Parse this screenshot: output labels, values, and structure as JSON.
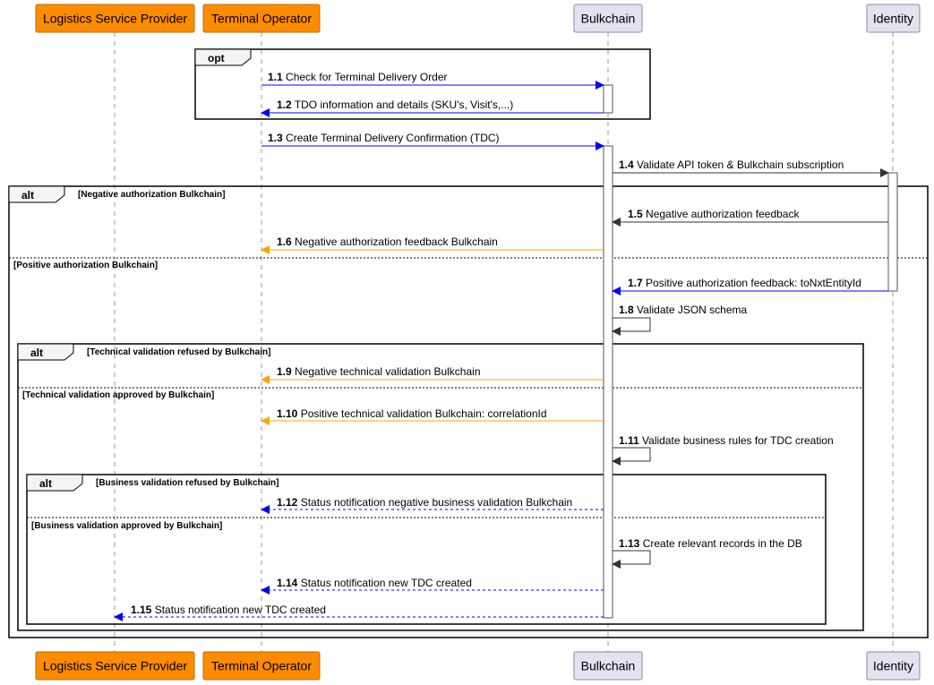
{
  "colors": {
    "actor_fill_orange": "#ff8c00",
    "actor_border_orange": "#b86a10",
    "actor_fill_lavender": "#e2e2f0",
    "actor_border_lavender": "#8a8aa8",
    "lifeline": "#999999",
    "arrow_blue": "#0000ff",
    "arrow_orange": "#ffa500",
    "arrow_dark": "#333333",
    "frame_border": "#000000"
  },
  "participants": [
    {
      "id": "lsp",
      "name": "Logistics Service Provider",
      "style": "orange"
    },
    {
      "id": "to",
      "name": "Terminal Operator",
      "style": "orange"
    },
    {
      "id": "bc",
      "name": "Bulkchain",
      "style": "lavender"
    },
    {
      "id": "id",
      "name": "Identity",
      "style": "lavender"
    }
  ],
  "frames": [
    {
      "id": "opt",
      "tag": "opt",
      "conditions": []
    },
    {
      "id": "alt1",
      "tag": "alt",
      "conditions": [
        "[Negative authorization Bulkchain]",
        "[Positive authorization Bulkchain]"
      ]
    },
    {
      "id": "alt2",
      "tag": "alt",
      "conditions": [
        "[Technical validation refused by Bulkchain]",
        "[Technical validation approved by Bulkchain]"
      ]
    },
    {
      "id": "alt3",
      "tag": "alt",
      "conditions": [
        "[Business validation refused by Bulkchain]",
        "[Business validation approved by Bulkchain]"
      ]
    }
  ],
  "messages": [
    {
      "num": "1.1",
      "text": "Check for Terminal Delivery Order",
      "from": "to",
      "to": "bc",
      "color": "blue",
      "line": "solid"
    },
    {
      "num": "1.2",
      "text": "TDO information and details (SKU's, Visit's,...)",
      "from": "bc",
      "to": "to",
      "color": "blue",
      "line": "solid"
    },
    {
      "num": "1.3",
      "text": "Create Terminal Delivery Confirmation (TDC)",
      "from": "to",
      "to": "bc",
      "color": "blue",
      "line": "solid"
    },
    {
      "num": "1.4",
      "text": "Validate API token & Bulkchain subscription",
      "from": "bc",
      "to": "id",
      "color": "dark",
      "line": "solid"
    },
    {
      "num": "1.5",
      "text": "Negative authorization feedback",
      "from": "id",
      "to": "bc",
      "color": "dark",
      "line": "solid"
    },
    {
      "num": "1.6",
      "text": "Negative authorization feedback Bulkchain",
      "from": "bc",
      "to": "to",
      "color": "orange",
      "line": "solid"
    },
    {
      "num": "1.7",
      "text": "Positive authorization feedback: toNxtEntityId",
      "from": "id",
      "to": "bc",
      "color": "blue",
      "line": "solid"
    },
    {
      "num": "1.8",
      "text": "Validate JSON schema",
      "from": "bc",
      "to": "bc",
      "color": "dark",
      "line": "solid"
    },
    {
      "num": "1.9",
      "text": "Negative technical validation Bulkchain",
      "from": "bc",
      "to": "to",
      "color": "orange",
      "line": "solid"
    },
    {
      "num": "1.10",
      "text": "Positive technical validation Bulkchain: correlationId",
      "from": "bc",
      "to": "to",
      "color": "orange",
      "line": "solid"
    },
    {
      "num": "1.11",
      "text": "Validate business rules for TDC creation",
      "from": "bc",
      "to": "bc",
      "color": "dark",
      "line": "solid"
    },
    {
      "num": "1.12",
      "text": "Status notification negative business validation Bulkchain",
      "from": "bc",
      "to": "to",
      "color": "blue",
      "line": "dashed"
    },
    {
      "num": "1.13",
      "text": "Create relevant records in the DB",
      "from": "bc",
      "to": "bc",
      "color": "dark",
      "line": "solid"
    },
    {
      "num": "1.14",
      "text": "Status notification new TDC created",
      "from": "bc",
      "to": "to",
      "color": "blue",
      "line": "dashed"
    },
    {
      "num": "1.15",
      "text": "Status notification new TDC created",
      "from": "bc",
      "to": "lsp",
      "color": "blue",
      "line": "dashed"
    }
  ]
}
